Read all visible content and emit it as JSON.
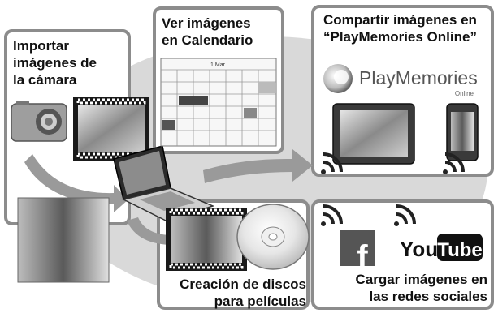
{
  "panels": {
    "import": {
      "line1": "Importar",
      "line2": "imágenes de",
      "line3": "la cámara"
    },
    "calendar": {
      "line1": "Ver imágenes",
      "line2": "en Calendario",
      "month_label": "1 Mar"
    },
    "share": {
      "line1": "Compartir imágenes en",
      "line2": "“PlayMemories Online”",
      "logo_text": "PlayMemories",
      "logo_sub": "Online"
    },
    "discs": {
      "line1": "Creación de discos",
      "line2": "para películas"
    },
    "social": {
      "line1": "Cargar imágenes en",
      "line2": "las redes sociales",
      "facebook_logo": "f",
      "youtube_logo_left": "You",
      "youtube_logo_right": "Tube"
    }
  },
  "colors": {
    "panel_border": "#8c8c8c",
    "background_blob": "#d9d9d9",
    "arrow": "#9a9a9a"
  },
  "icons": [
    "camera-icon",
    "laptop-icon",
    "disc-icon",
    "tablet-icon",
    "smartphone-icon",
    "wifi-icon",
    "facebook-logo",
    "youtube-logo",
    "film-strip-icon"
  ]
}
